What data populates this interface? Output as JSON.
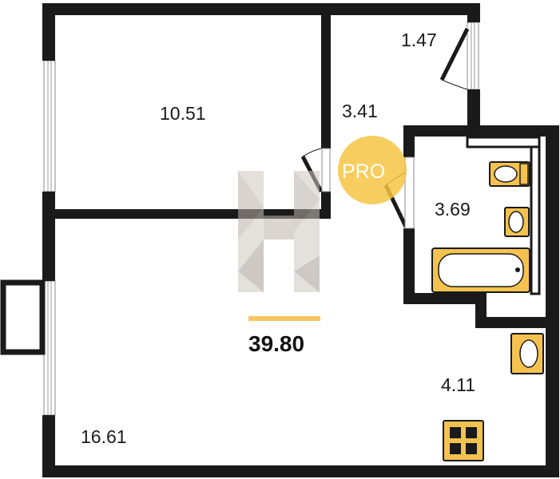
{
  "plan": {
    "total_area": "39.80",
    "badge": "PRO",
    "rooms": {
      "room": "10.51",
      "hall": "3.41",
      "storage": "1.47",
      "bathroom": "3.69",
      "living": "16.61",
      "kitchen": "4.11"
    }
  },
  "colors": {
    "wall": "#1a1a1a",
    "fixture_fill": "#f5c24f",
    "accent_bar": "#f7c660",
    "badge": "#f5c442",
    "watermark": "#c8bfb8"
  },
  "icons": [
    "toilet-icon",
    "sink-icon",
    "bathtub-icon",
    "kitchen-sink-icon",
    "stove-icon",
    "door-icon",
    "window-icon"
  ]
}
